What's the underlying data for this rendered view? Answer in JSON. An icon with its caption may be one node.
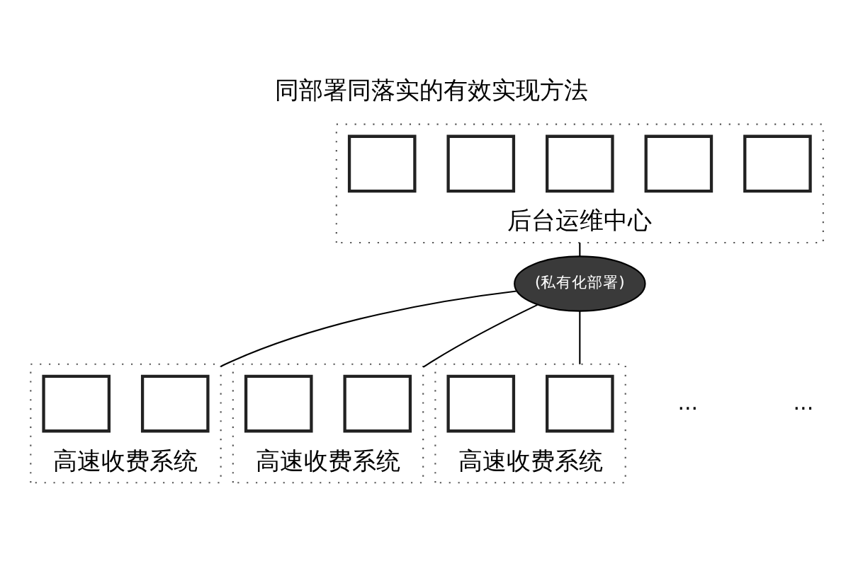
{
  "diagram": {
    "title": "同部署同落实的有效实现方法",
    "nodes": [
      {
        "text": [
          "后台运维中心"
        ]
      },
      {
        "text": [],
        "shape": "box",
        "in": 0
      },
      {
        "text": [],
        "shape": "box",
        "in": 0
      },
      {
        "text": [],
        "shape": "box",
        "in": 0
      },
      {
        "text": [],
        "shape": "box",
        "in": 0
      },
      {
        "text": [],
        "shape": "box",
        "in": 0
      },
      {
        "text": [
          "(私有化部署)"
        ]
      },
      {
        "text": [
          "高速收费系统"
        ]
      },
      {
        "text": [],
        "shape": "box",
        "in": 7
      },
      {
        "text": [],
        "shape": "box",
        "in": 7
      },
      {
        "text": [
          "高速收费系统"
        ]
      },
      {
        "text": [],
        "shape": "box",
        "in": 10
      },
      {
        "text": [],
        "shape": "box",
        "in": 10
      },
      {
        "text": [
          "高速收费系统"
        ]
      },
      {
        "text": [],
        "shape": "box",
        "in": 13
      },
      {
        "text": [],
        "shape": "box",
        "in": 13
      }
    ],
    "edges": [
      {
        "from": 0,
        "to": 6,
        "arrow": "none"
      },
      {
        "from": 6,
        "to": 7,
        "arrow": "none"
      },
      {
        "from": 6,
        "to": 10,
        "arrow": "none"
      },
      {
        "from": 6,
        "to": 13,
        "arrow": "none"
      }
    ],
    "labels": [
      "...",
      "..."
    ]
  }
}
